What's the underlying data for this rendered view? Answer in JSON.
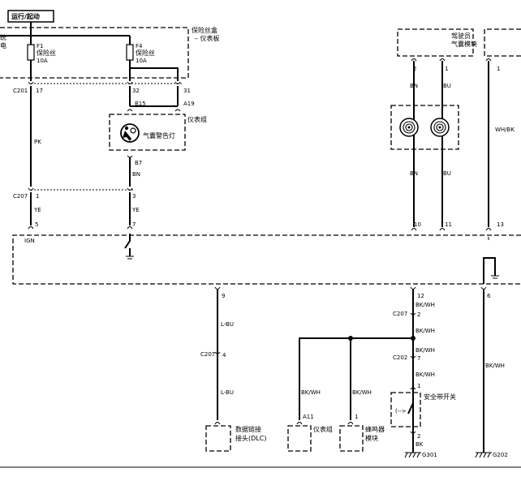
{
  "header": {
    "run_start": "运行/起动"
  },
  "fuse_box": {
    "label_line1": "保险丝盒",
    "label_line2": "– 仪表板",
    "left_cut_1": "统",
    "left_cut_2": "电",
    "fuses": [
      {
        "id": "F1",
        "type": "保险丝",
        "rating": "10A"
      },
      {
        "id": "F4",
        "type": "保险丝",
        "rating": "10A"
      }
    ]
  },
  "airbag_module": {
    "line1": "驾驶员",
    "line2": "气囊模块"
  },
  "instrument_cluster": {
    "label": "仪表组",
    "lamp_label": "气囊警告灯"
  },
  "connectors": {
    "c201": "C201",
    "c207": "C207",
    "c202": "C202",
    "pins": {
      "p17": "17",
      "p32": "32",
      "p31": "31",
      "b15": "B15",
      "a19": "A19",
      "b7": "B7",
      "p1a": "1",
      "p3": "3",
      "p5": "5",
      "p7a": "7",
      "p2m": "2",
      "p1m": "1",
      "p1r": "1",
      "p10": "10",
      "p11": "11",
      "p13": "13",
      "p9": "9",
      "p12": "12",
      "p4": "4",
      "p2c": "2",
      "p7c": "7",
      "p1s": "1",
      "p2s": "2",
      "pa11": "A11",
      "p1b": "1",
      "p6": "6"
    }
  },
  "wires": {
    "pk": "PK",
    "ye1": "YE",
    "ye2": "YE",
    "bn1": "BN",
    "bn2": "BN",
    "bn3": "BN",
    "bu1": "BU",
    "bu2": "BU",
    "whbk": "WH/BK",
    "lbu1": "L-BU",
    "lbu2": "L-BU",
    "bkwh1": "BK/WH",
    "bkwh2": "BK/WH",
    "bkwh3": "BK/WH",
    "bkwh4": "BK/WH",
    "bkwh5": "BK/WH",
    "bkwh6": "BK/WH",
    "bk": "BK"
  },
  "sdm": {
    "ign": "IGN"
  },
  "bottom": {
    "dlc_line1": "数据链接",
    "dlc_line2": "接头(DLC)",
    "cluster": "仪表组",
    "buzzer_line1": "蜂鸣器",
    "buzzer_line2": "模块",
    "seatbelt": "安全带开关",
    "g301": "G301",
    "g202": "G202"
  }
}
